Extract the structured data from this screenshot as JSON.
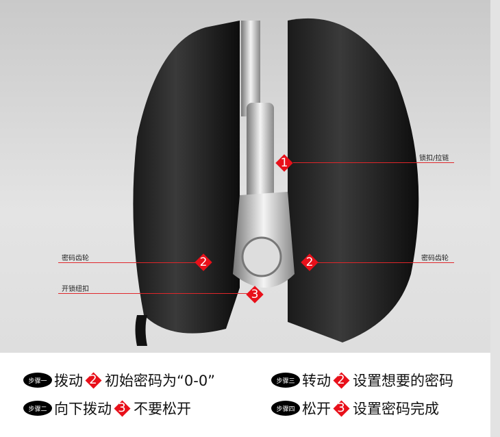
{
  "callouts": {
    "lock_zipper": "锁扣/拉链",
    "gear_left": "密码齿轮",
    "gear_right": "密码齿轮",
    "unlock_button": "开锁纽扣"
  },
  "markers": {
    "one": "1",
    "two": "2",
    "three": "3"
  },
  "steps": [
    {
      "badge": "步骤一",
      "before": "拨动",
      "num": "2",
      "after": "初始密码为“0-0”"
    },
    {
      "badge": "步骤二",
      "before": "向下拨动",
      "num": "3",
      "after": "不要松开"
    },
    {
      "badge": "步骤三",
      "before": "转动",
      "num": "2",
      "after": "设置想要的密码"
    },
    {
      "badge": "步骤四",
      "before": "松开",
      "num": "3",
      "after": "设置密码完成"
    }
  ],
  "colors": {
    "accent": "#e8101a"
  }
}
